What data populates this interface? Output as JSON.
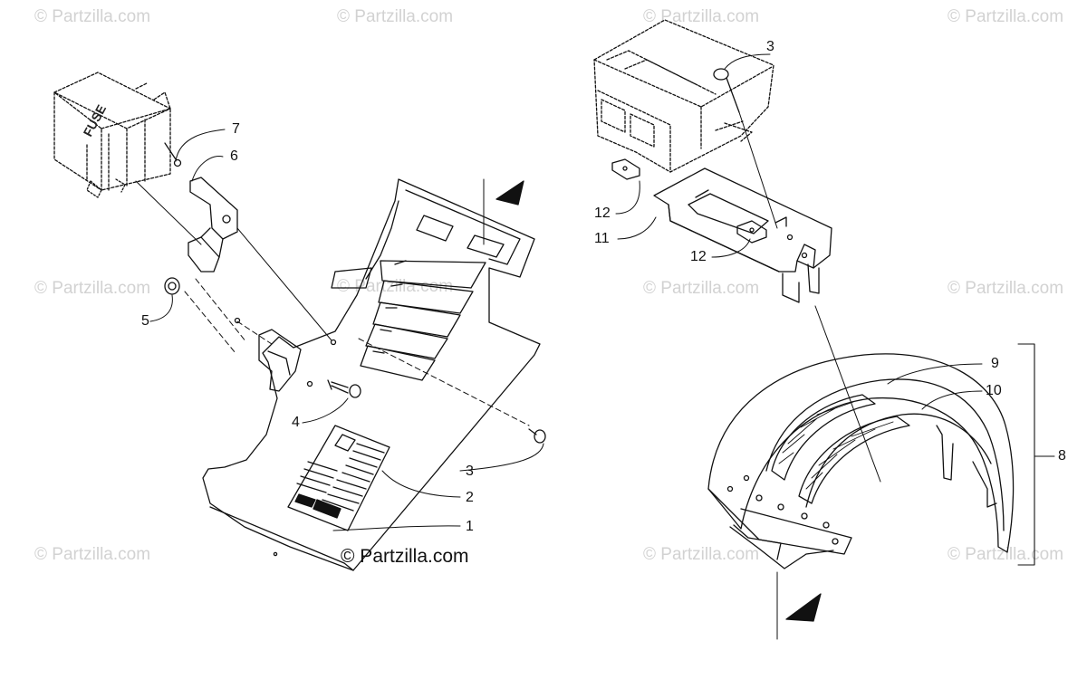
{
  "watermark": "© Partzilla.com",
  "credit": "© Partzilla.com",
  "fuse_label": "FUSE",
  "callouts": {
    "c1": "1",
    "c2": "2",
    "c3a": "3",
    "c3b": "3",
    "c4": "4",
    "c5": "5",
    "c6": "6",
    "c7": "7",
    "c8": "8",
    "c9": "9",
    "c10": "10",
    "c11": "11",
    "c12a": "12",
    "c12b": "12"
  }
}
